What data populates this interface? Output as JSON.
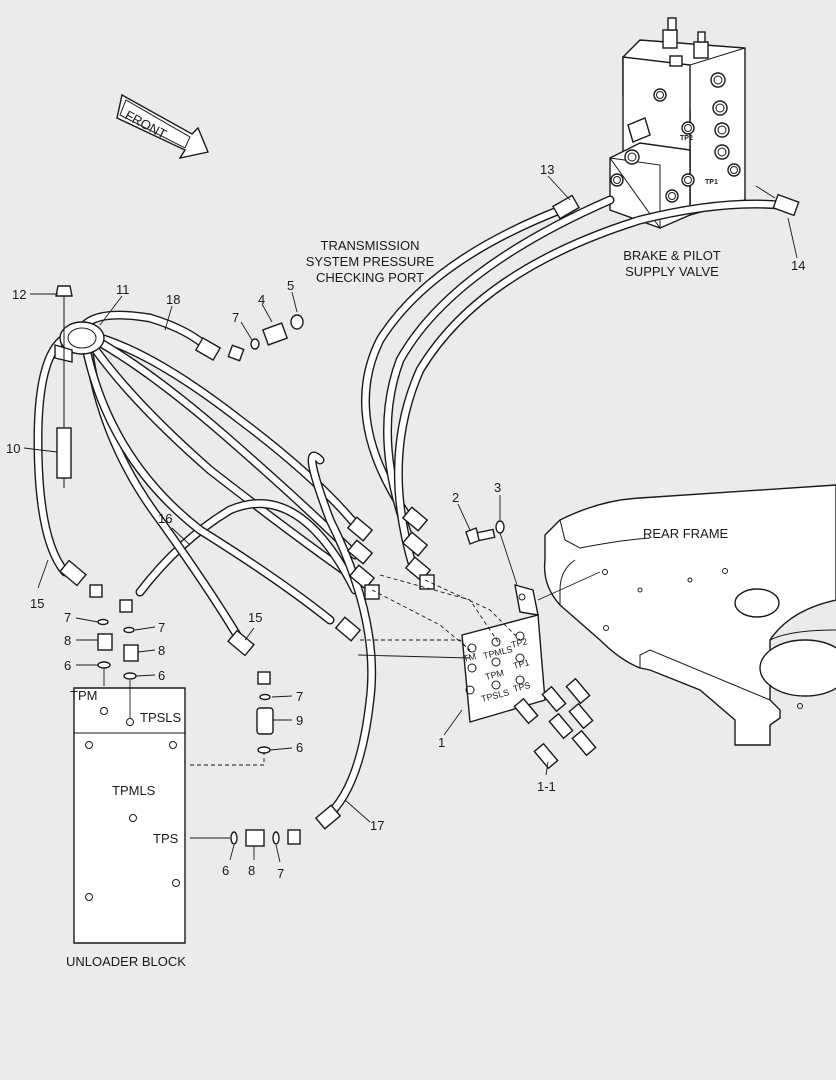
{
  "front_arrow": "FRONT",
  "annotations": {
    "trans_port": [
      "TRANSMISSION",
      "SYSTEM PRESSURE",
      "CHECKING PORT"
    ],
    "brake_valve": [
      "BRAKE & PILOT",
      "SUPPLY VALVE"
    ],
    "rear_frame": "REAR FRAME",
    "unloader_block": "UNLOADER BLOCK"
  },
  "unloader_ports": {
    "tpm": "TPM",
    "tpsls": "TPSLS",
    "tpmls": "TPMLS",
    "tps": "TPS"
  },
  "bracket_ports": {
    "tpmls": "TPMLS",
    "tp2": "TP2",
    "tm": "TM",
    "tpm": "TPM",
    "tp1": "TP1",
    "tpsls": "TPSLS",
    "tps": "TPS"
  },
  "valve_ports": {
    "tp2": "TP2",
    "tp1": "TP1"
  },
  "callouts": {
    "c1": "1",
    "c1_1": "1-1",
    "c2": "2",
    "c3": "3",
    "c4": "4",
    "c5": "5",
    "c6a": "6",
    "c6b": "6",
    "c6c": "6",
    "c6d": "6",
    "c7a": "7",
    "c7b": "7",
    "c7c": "7",
    "c7d": "7",
    "c7e": "7",
    "c8a": "8",
    "c8b": "8",
    "c8c": "8",
    "c9": "9",
    "c10": "10",
    "c11": "11",
    "c12": "12",
    "c13": "13",
    "c14": "14",
    "c15a": "15",
    "c15b": "15",
    "c16": "16",
    "c17": "17",
    "c18": "18"
  },
  "colors": {
    "background": "#ebebeb",
    "line": "#1a1a1a",
    "fill": "#ffffff"
  }
}
